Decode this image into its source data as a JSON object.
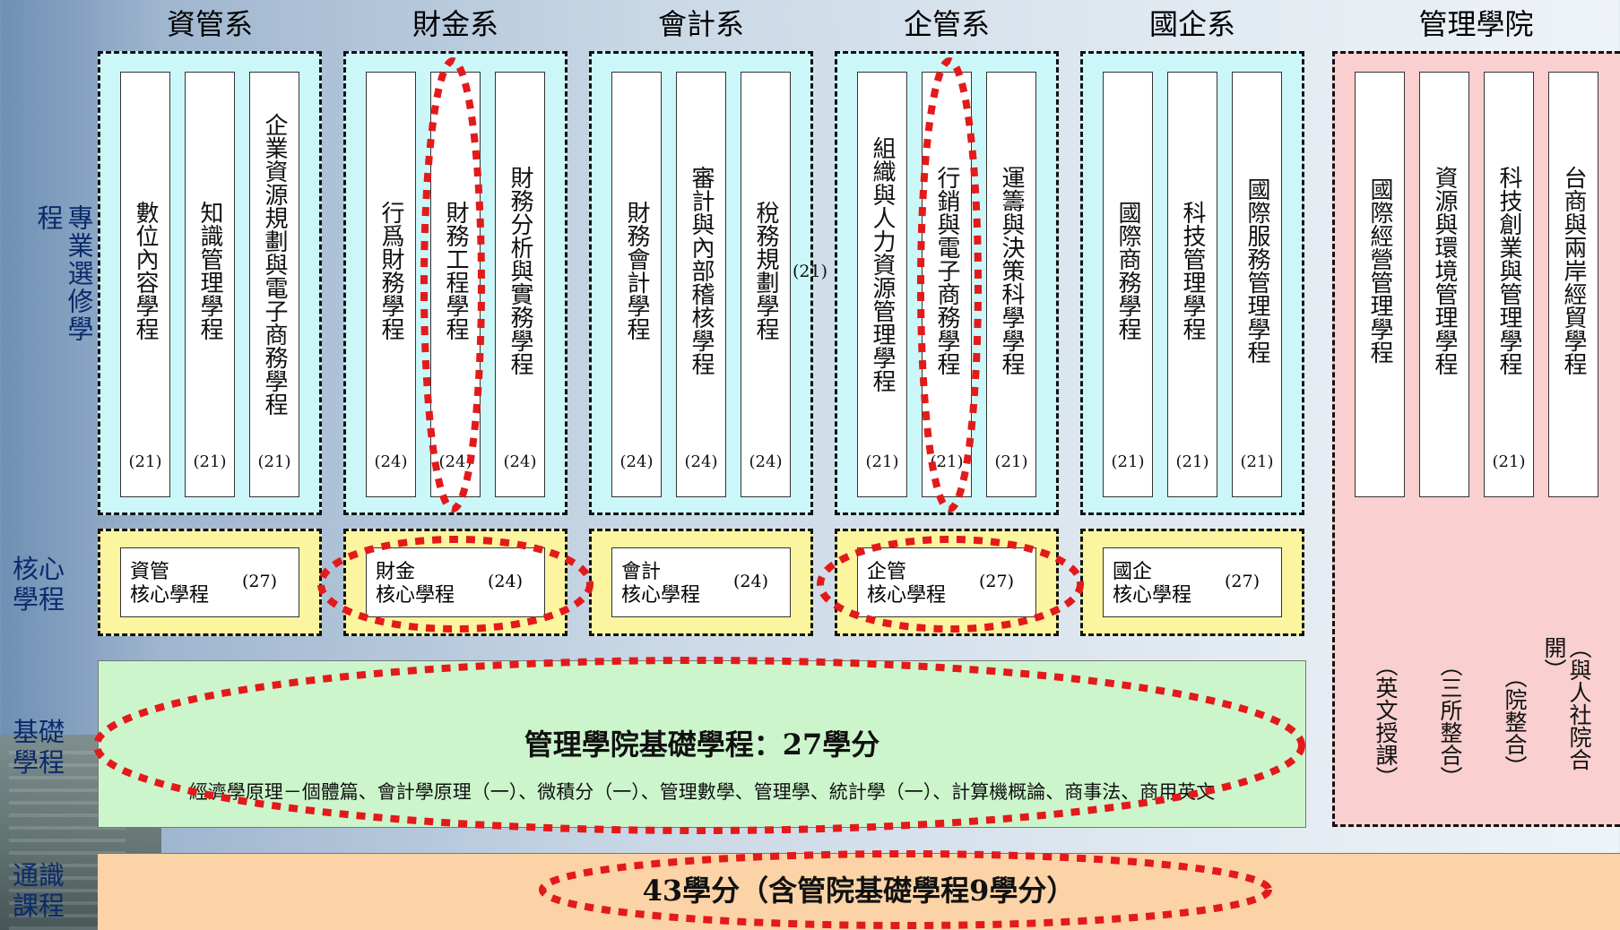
{
  "departments": [
    {
      "title": "資管系",
      "programs": [
        {
          "name": "數位內容學程",
          "credit": "(21)"
        },
        {
          "name": "知識管理學程",
          "credit": "(21)"
        },
        {
          "name": "企業資源規劃與電子商務學程",
          "credit": "(21)"
        }
      ],
      "core": {
        "name": "資管\n核心學程",
        "credit": "(27)"
      }
    },
    {
      "title": "財金系",
      "programs": [
        {
          "name": "行爲財務學程",
          "credit": "(24)"
        },
        {
          "name": "財務工程學程",
          "credit": "(24)"
        },
        {
          "name": "財務分析與實務學程",
          "credit": "(24)"
        }
      ],
      "core": {
        "name": "財金\n核心學程",
        "credit": "(24)"
      }
    },
    {
      "title": "會計系",
      "programs": [
        {
          "name": "財務會計學程",
          "credit": "(24)"
        },
        {
          "name": "審計與內部稽核學程",
          "credit": "(24)"
        },
        {
          "name": "稅務規劃學程",
          "credit": "(24)"
        }
      ],
      "core": {
        "name": "會計\n核心學程",
        "credit": "(24)"
      }
    },
    {
      "title": "企管系",
      "programs": [
        {
          "name": "組織與人力資源管理學程",
          "credit": "(21)"
        },
        {
          "name": "行銷與電子商務學程",
          "credit": "(21)"
        },
        {
          "name": "運籌與決策科學學程",
          "credit": "(21)"
        }
      ],
      "core": {
        "name": "企管\n核心學程",
        "credit": "(27)"
      }
    },
    {
      "title": "國企系",
      "programs": [
        {
          "name": "國際商務學程",
          "credit": "(21)"
        },
        {
          "name": "科技管理學程",
          "credit": "(21)"
        },
        {
          "name": "國際服務管理學程",
          "credit": "(21)"
        }
      ],
      "core": {
        "name": "國企\n核心學程",
        "credit": "(27)"
      }
    }
  ],
  "college": {
    "title": "管理學院",
    "programs": [
      {
        "name": "國際經營管理學程",
        "credit": "",
        "note": "（英文授課）"
      },
      {
        "name": "資源與環境管理學程",
        "credit": "",
        "note": "（三所整合）"
      },
      {
        "name": "科技創業與管理學程",
        "credit": "(21)",
        "note": "（院整合）"
      },
      {
        "name": "台商與兩岸經貿學程",
        "credit": "",
        "note": "（與人社院合開）"
      }
    ]
  },
  "stray_credit": "(21)",
  "labels": {
    "elective": "專業選修學程",
    "core": "核心學程",
    "foundation": "基礎學程",
    "general": "通識課程"
  },
  "foundation": {
    "title": "管理學院基礎學程：27學分",
    "courses": "經濟學原理－個體篇、會計學原理（一）、微積分（一）、管理數學、管理學、統計學（一）、計算機概論、商事法、商用英文"
  },
  "general": {
    "text": "43學分（含管院基礎學程9學分）"
  },
  "colors": {
    "program_bg": "#ccf7f8",
    "college_bg": "#f9cfcf",
    "core_bg": "#fbf5a0",
    "foundation_bg": "#ccf5cc",
    "general_bg": "#fbd3a6",
    "highlight": "#e31a1a"
  }
}
